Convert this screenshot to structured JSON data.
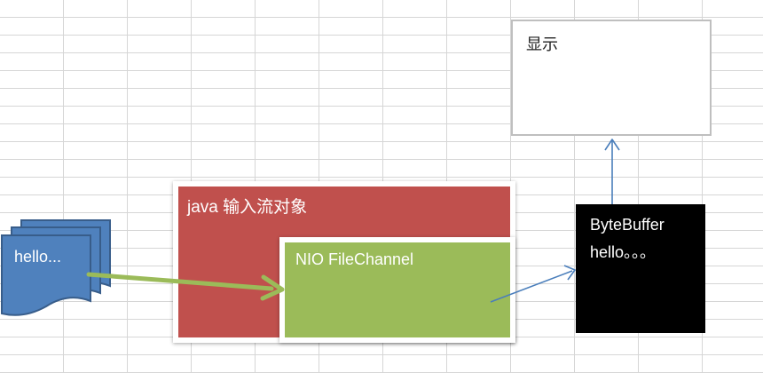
{
  "document_stack": {
    "label": "hello..."
  },
  "java_stream": {
    "label": "java  输入流对象"
  },
  "nio_channel": {
    "label": "NIO FileChannel"
  },
  "byte_buffer": {
    "title": "ByteBuffer",
    "content": "hello。。。"
  },
  "display": {
    "label": "显示"
  },
  "colors": {
    "document": "#4f81bd",
    "document_border": "#385d8a",
    "java_stream": "#c0504d",
    "nio_channel": "#9bbb59",
    "byte_buffer": "#000000",
    "arrow_green": "#9bbb59",
    "arrow_blue": "#4a7ebb"
  }
}
